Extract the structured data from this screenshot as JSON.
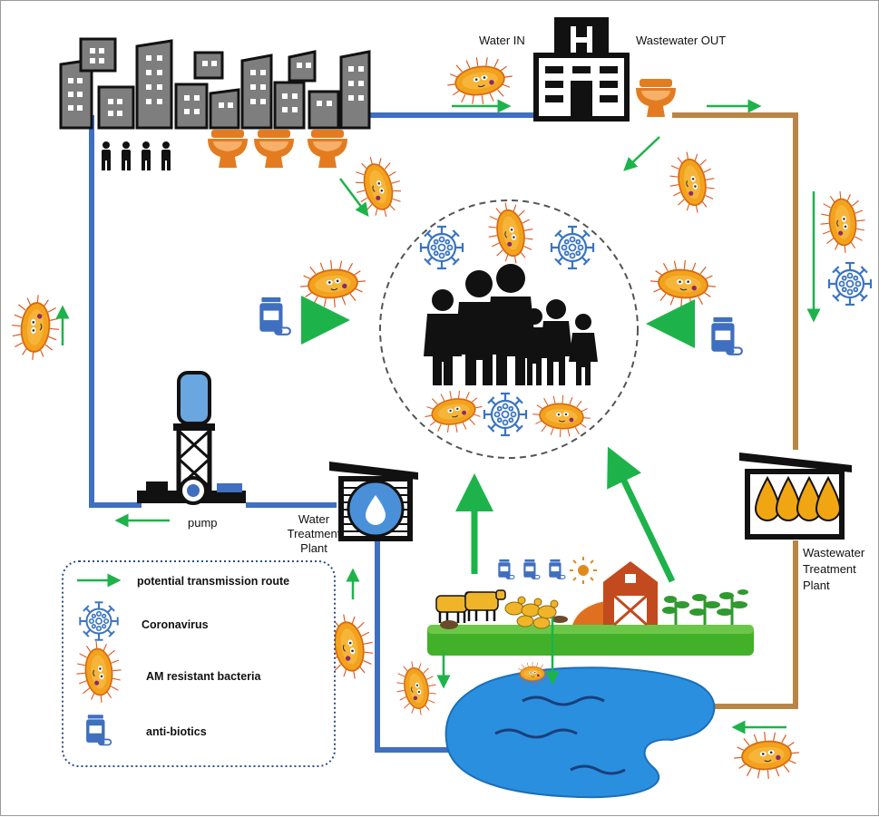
{
  "labels": {
    "water_in": "Water IN",
    "wastewater_out": "Wastewater OUT",
    "pump": "pump",
    "wtp_line1": "Water",
    "wtp_line2": "Treatment",
    "wtp_line3": "Plant",
    "wwtp_line1": "Wastewater",
    "wwtp_line2": "Treatment",
    "wwtp_line3": "Plant"
  },
  "legend": {
    "items": [
      {
        "icon": "green-arrow-icon",
        "label": "potential transmission route"
      },
      {
        "icon": "coronavirus-icon",
        "label": "Coronavirus"
      },
      {
        "icon": "bacteria-icon",
        "label": "AM resistant bacteria"
      },
      {
        "icon": "antibiotics-icon",
        "label": "anti-biotics"
      }
    ]
  },
  "colors": {
    "clean_pipe": "#3f6fbf",
    "waste_pipe": "#b98546",
    "arrow": "#1db34a",
    "virus": "#3a74c2",
    "bacteria_body": "#f3a21d",
    "bacteria_hair": "#e0551f",
    "toilet": "#e37c21",
    "lake": "#2b8fe0",
    "field": "#43b02a",
    "building": "#7e7e7e",
    "people": "#111111"
  }
}
